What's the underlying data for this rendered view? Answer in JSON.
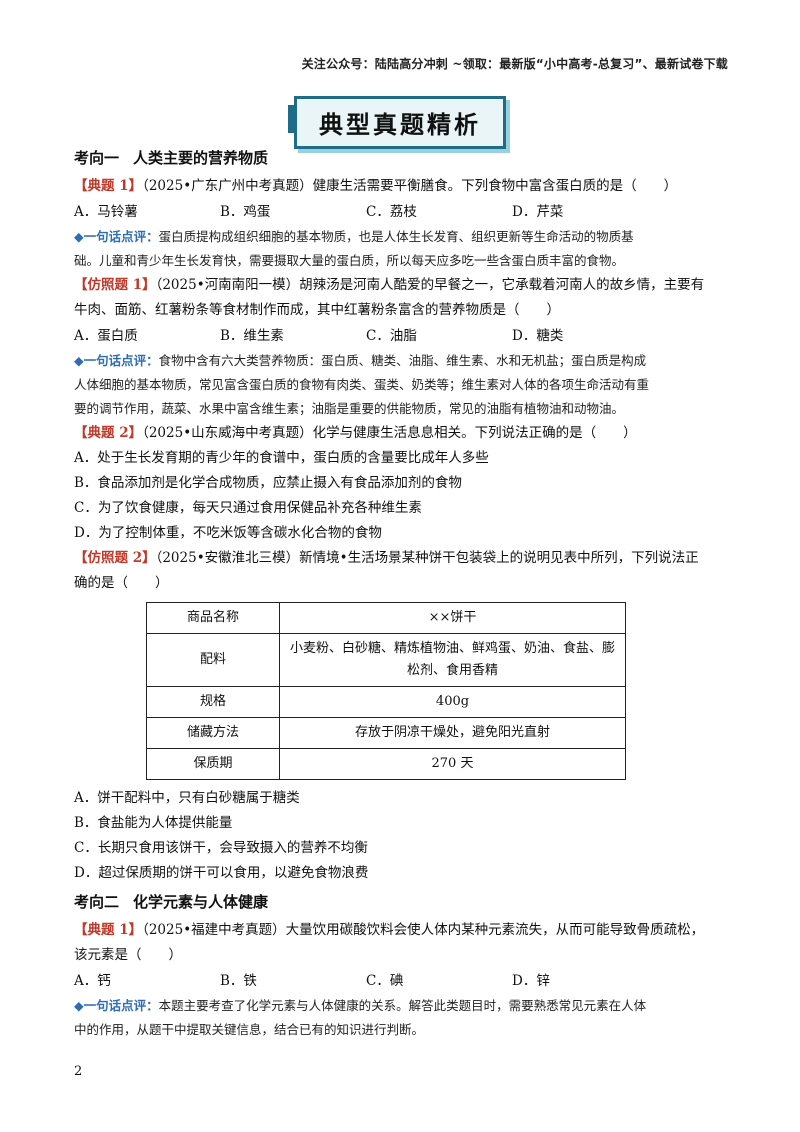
{
  "header_note": "关注公众号：陆陆高分冲刺  ~领取：最新版“小中高考-总复习”、最新试卷下载",
  "banner": "典型真题精析",
  "sections": [
    {
      "title_a": "考向一",
      "title_b": "人类主要的营养物质",
      "q1": {
        "tag": "【典题 1】",
        "line1": "（2025•广东广州中考真题）健康生活需要平衡膳食。下列食物中富含蛋白质的是（　　）",
        "options": [
          "A．马铃薯",
          "B．鸡蛋",
          "C．荔枝",
          "D．芹菜"
        ],
        "comment_label": "◆一句话点评：",
        "comment_line1": "蛋白质提构成组织细胞的基本物质，也是人体生长发育、组织更新等生命活动的物质基",
        "comment_line2": "础。儿童和青少年生长发育快，需要摄取大量的蛋白质，所以每天应多吃一些含蛋白质丰富的食物。"
      },
      "q2": {
        "tag": "【仿照题 1】",
        "line1": "（2025•河南南阳一模）胡辣汤是河南人酷爱的早餐之一，它承载着河南人的故乡情，主要有",
        "line2": "牛肉、面筋、红薯粉条等食材制作而成，其中红薯粉条富含的营养物质是（　　）",
        "options": [
          "A．蛋白质",
          "B．维生素",
          "C．油脂",
          "D．糖类"
        ],
        "comment_label": "◆一句话点评：",
        "comment_line1": "食物中含有六大类营养物质：蛋白质、糖类、油脂、维生素、水和无机盐；蛋白质是构成",
        "comment_line2": "人体细胞的基本物质，常见富含蛋白质的食物有肉类、蛋类、奶类等；维生素对人体的各项生命活动有重",
        "comment_line3": "要的调节作用，蔬菜、水果中富含维生素；油脂是重要的供能物质，常见的油脂有植物油和动物油。"
      },
      "q3": {
        "tag": "【典题 2】",
        "line1": "（2025•山东威海中考真题）化学与健康生活息息相关。下列说法正确的是（　　）",
        "options": [
          "A．处于生长发育期的青少年的食谱中，蛋白质的含量要比成年人多些",
          "B．食品添加剂是化学合成物质，应禁止摄入有食品添加剂的食物",
          "C．为了饮食健康，每天只通过食用保健品补充各种维生素",
          "D．为了控制体重，不吃米饭等含碳水化合物的食物"
        ]
      },
      "q4": {
        "tag": "【仿照题 2】",
        "line1": "（2025•安徽淮北三模）新情境•生活场景某种饼干包装袋上的说明见表中所列，下列说法正",
        "line2": "确的是（　　）",
        "table": [
          [
            "商品名称",
            "××饼干"
          ],
          [
            "配料",
            "小麦粉、白砂糖、精炼植物油、鲜鸡蛋、奶油、食盐、膨松剂、食用香精"
          ],
          [
            "规格",
            "400g"
          ],
          [
            "储藏方法",
            "存放于阴凉干燥处，避免阳光直射"
          ],
          [
            "保质期",
            "270 天"
          ]
        ],
        "options": [
          "A．饼干配料中，只有白砂糖属于糖类",
          "B．食盐能为人体提供能量",
          "C．长期只食用该饼干，会导致摄入的营养不均衡",
          "D．超过保质期的饼干可以食用，以避免食物浪费"
        ]
      }
    },
    {
      "title_a": "考向二",
      "title_b": "化学元素与人体健康",
      "q1": {
        "tag": "【典题 1】",
        "line1": "（2025•福建中考真题）大量饮用碳酸饮料会使人体内某种元素流失，从而可能导致骨质疏松，",
        "line2": "该元素是（　　）",
        "options": [
          "A．钙",
          "B．铁",
          "C．碘",
          "D．锌"
        ],
        "comment_label": "◆一句话点评：",
        "comment_line1": "本题主要考查了化学元素与人体健康的关系。解答此类题目时，需要熟悉常见元素在人体",
        "comment_line2": "中的作用，从题干中提取关键信息，结合已有的知识进行判断。"
      }
    }
  ],
  "page_number": "2"
}
